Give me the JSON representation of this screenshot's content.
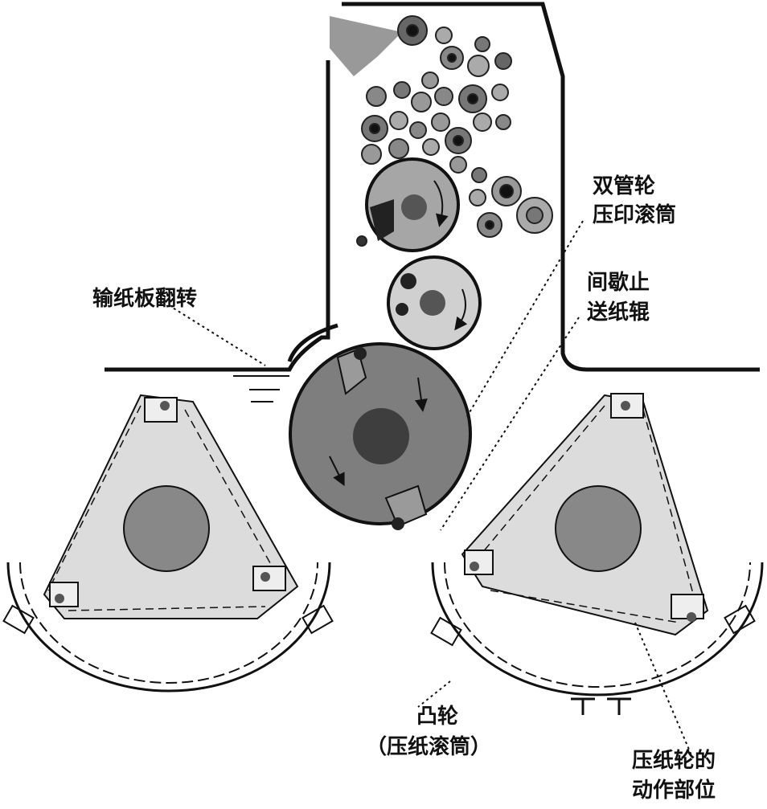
{
  "labels": {
    "top_right": [
      "双管轮",
      "压印滚筒"
    ],
    "mid_right": [
      "间歇止",
      "送纸辊"
    ],
    "left": "输纸板翻转",
    "bottom_center": [
      "凸轮",
      "（压纸滚筒）"
    ],
    "bottom_right": [
      "压纸轮的",
      "动作部位"
    ]
  },
  "colors": {
    "stroke": "#111111",
    "dark_fill": "#8a8a8a",
    "mid_fill": "#b4b4b4",
    "light_fill": "#dcdcdc",
    "core_fill": "#4a4a4a"
  }
}
